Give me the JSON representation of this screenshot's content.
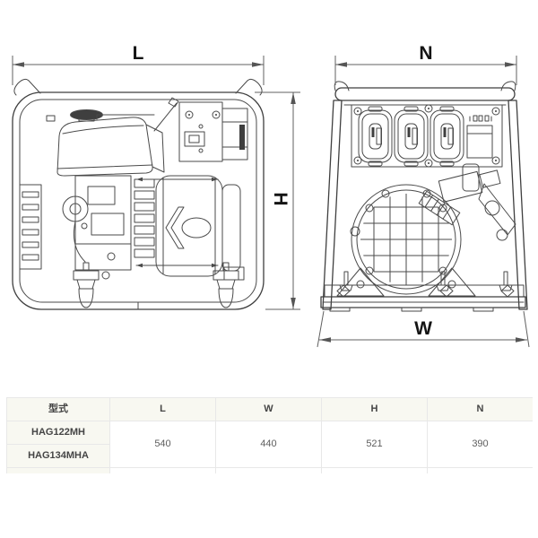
{
  "diagram": {
    "type": "technical-dimension-drawing",
    "subject": "portable generator shown in side view and rear view with overall dimensions",
    "dim_labels": {
      "length": "L",
      "depth": "N",
      "height": "H",
      "width": "W"
    },
    "line_color": "#4a4a4a"
  },
  "table": {
    "headers": [
      "型式",
      "L",
      "W",
      "H",
      "N"
    ],
    "models": [
      "HAG122MH",
      "HAG134MHA"
    ],
    "values": {
      "L": "540",
      "W": "440",
      "H": "521",
      "N": "390"
    },
    "header_bg": "#f8f8f1",
    "border_color": "#e8e8e8"
  }
}
